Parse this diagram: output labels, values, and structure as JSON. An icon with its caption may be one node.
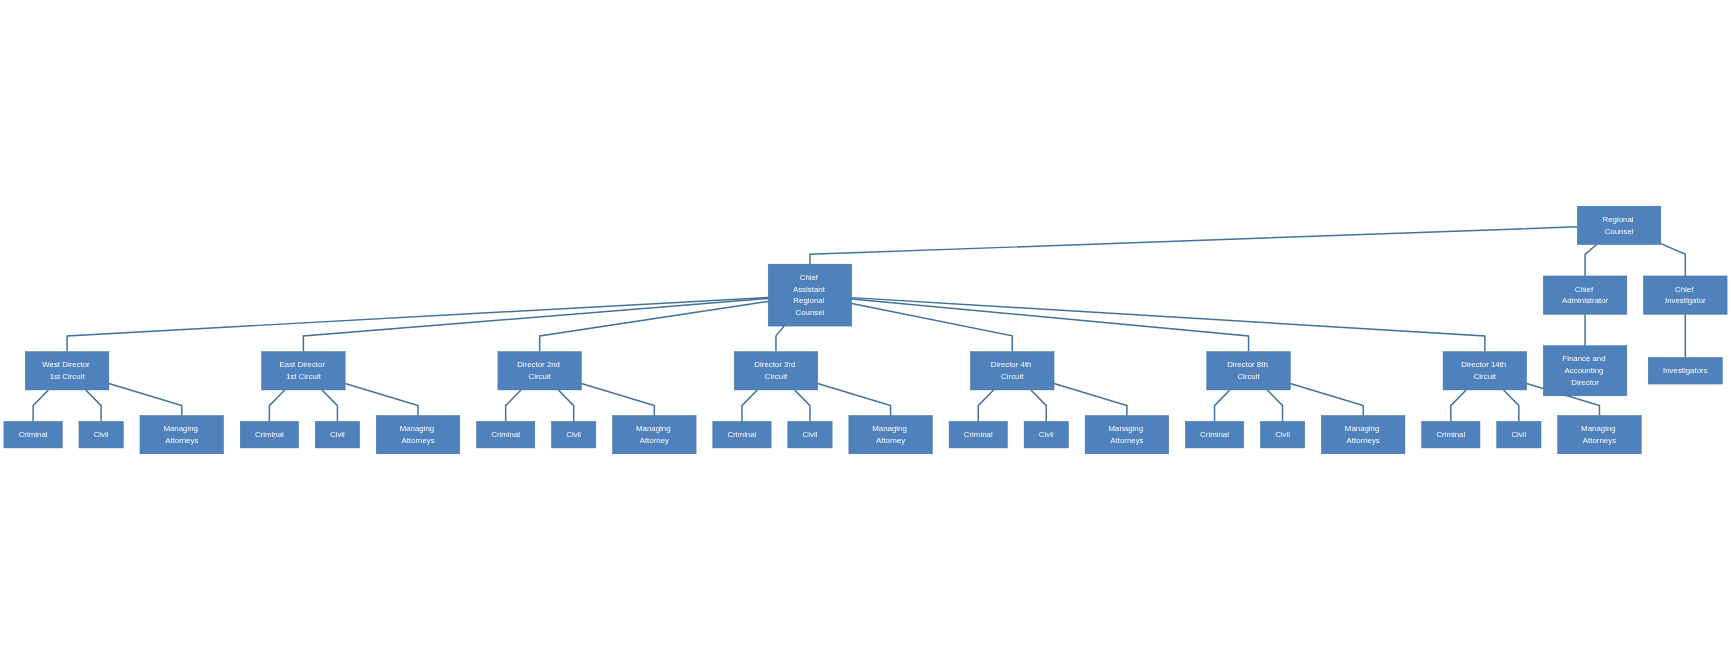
{
  "diagram": {
    "nodes": [
      {
        "text": [
          "Regional Counsel"
        ]
      },
      {
        "text": [
          "Chief Assistant Regional Counsel"
        ]
      },
      {
        "text": [
          "Chief Administrator"
        ]
      },
      {
        "text": [
          "Chief Investigator"
        ]
      },
      {
        "text": [
          "West Director 1st Circuit"
        ]
      },
      {
        "text": [
          "East Director 1st Circuit"
        ]
      },
      {
        "text": [
          "Director 2nd Circuit"
        ]
      },
      {
        "text": [
          "Director 3rd Circuit"
        ]
      },
      {
        "text": [
          "Director 4th Circuit"
        ]
      },
      {
        "text": [
          "Director 8th Circuit"
        ]
      },
      {
        "text": [
          "Director 14th Circuit"
        ]
      },
      {
        "text": [
          "Finance and Accounting Director"
        ]
      },
      {
        "text": [
          "Investigators"
        ]
      },
      {
        "text": [
          "Criminal"
        ]
      },
      {
        "text": [
          "Criminal"
        ]
      },
      {
        "text": [
          "Criminal"
        ]
      },
      {
        "text": [
          "Criminal"
        ]
      },
      {
        "text": [
          "Criminal"
        ]
      },
      {
        "text": [
          "Criminal"
        ]
      },
      {
        "text": [
          "Criminal"
        ]
      },
      {
        "text": [
          "Civil"
        ]
      },
      {
        "text": [
          "Civil"
        ]
      },
      {
        "text": [
          "Civil"
        ]
      },
      {
        "text": [
          "Civil"
        ]
      },
      {
        "text": [
          "Civil"
        ]
      },
      {
        "text": [
          "Civil"
        ]
      },
      {
        "text": [
          "Civil"
        ]
      },
      {
        "text": [
          "Managing Attorneys"
        ]
      },
      {
        "text": [
          "Managing Attorneys"
        ]
      },
      {
        "text": [
          "Managing Attorney"
        ]
      },
      {
        "text": [
          "Managing Attorney"
        ]
      },
      {
        "text": [
          "Managing Attorneys"
        ]
      },
      {
        "text": [
          "Managing Attorneys"
        ]
      },
      {
        "text": [
          "Managing Attorneys"
        ]
      }
    ],
    "edges": [
      {
        "from": 0,
        "to": 1,
        "arrow": "none"
      },
      {
        "from": 0,
        "to": 2,
        "arrow": "none"
      },
      {
        "from": 0,
        "to": 3,
        "arrow": "none"
      },
      {
        "from": 1,
        "to": 4,
        "arrow": "none"
      },
      {
        "from": 1,
        "to": 5,
        "arrow": "none"
      },
      {
        "from": 1,
        "to": 6,
        "arrow": "none"
      },
      {
        "from": 1,
        "to": 7,
        "arrow": "none"
      },
      {
        "from": 1,
        "to": 8,
        "arrow": "none"
      },
      {
        "from": 1,
        "to": 9,
        "arrow": "none"
      },
      {
        "from": 1,
        "to": 10,
        "arrow": "none"
      },
      {
        "from": 2,
        "to": 11,
        "arrow": "none"
      },
      {
        "from": 3,
        "to": 12,
        "arrow": "none"
      },
      {
        "from": 4,
        "to": 13,
        "arrow": "none"
      },
      {
        "from": 4,
        "to": 20,
        "arrow": "none"
      },
      {
        "from": 4,
        "to": 27,
        "arrow": "none"
      },
      {
        "from": 5,
        "to": 14,
        "arrow": "none"
      },
      {
        "from": 5,
        "to": 21,
        "arrow": "none"
      },
      {
        "from": 5,
        "to": 28,
        "arrow": "none"
      },
      {
        "from": 6,
        "to": 15,
        "arrow": "none"
      },
      {
        "from": 6,
        "to": 22,
        "arrow": "none"
      },
      {
        "from": 6,
        "to": 29,
        "arrow": "none"
      },
      {
        "from": 7,
        "to": 16,
        "arrow": "none"
      },
      {
        "from": 7,
        "to": 23,
        "arrow": "none"
      },
      {
        "from": 7,
        "to": 30,
        "arrow": "none"
      },
      {
        "from": 8,
        "to": 17,
        "arrow": "none"
      },
      {
        "from": 8,
        "to": 24,
        "arrow": "none"
      },
      {
        "from": 8,
        "to": 31,
        "arrow": "none"
      },
      {
        "from": 9,
        "to": 18,
        "arrow": "none"
      },
      {
        "from": 9,
        "to": 25,
        "arrow": "none"
      },
      {
        "from": 9,
        "to": 32,
        "arrow": "none"
      },
      {
        "from": 10,
        "to": 19,
        "arrow": "none"
      },
      {
        "from": 10,
        "to": 26,
        "arrow": "none"
      },
      {
        "from": 10,
        "to": 33,
        "arrow": "none"
      }
    ]
  }
}
